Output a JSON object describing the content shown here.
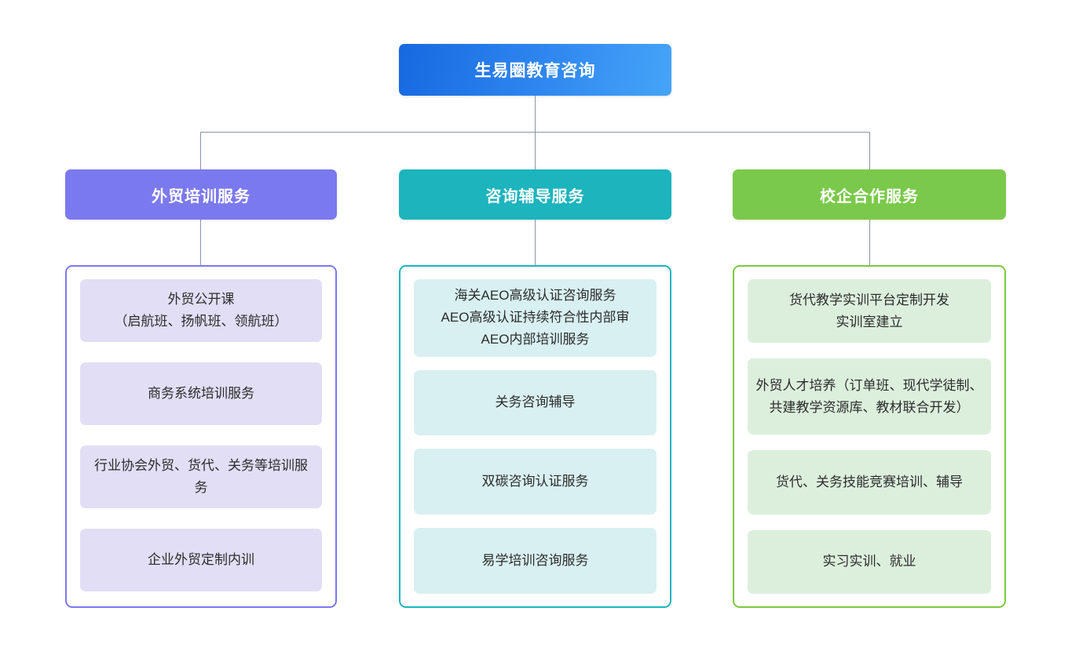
{
  "chart_data": {
    "type": "diagram",
    "diagram_kind": "organizational-tree",
    "title": "生易圈教育咨询",
    "levels": 3,
    "branch_count": 3
  },
  "root": {
    "label": "生易圈教育咨询",
    "color": "#2f86ef",
    "gradient_from": "#1769e0",
    "gradient_to": "#45a4f8"
  },
  "branches": [
    {
      "id": "training",
      "header": "外贸培训服务",
      "accent": "#7b79ee",
      "leaf_fill": "#e2def5",
      "items": [
        "外贸公开课\n（启航班、扬帆班、领航班）",
        "商务系统培训服务",
        "行业协会外贸、货代、关务等培训服务",
        "企业外贸定制内训"
      ]
    },
    {
      "id": "consulting",
      "header": "咨询辅导服务",
      "accent": "#1cb4bd",
      "leaf_fill": "#d9f0f2",
      "items": [
        "海关AEO高级认证咨询服务\nAEO高级认证持续符合性内部审\nAEO内部培训服务",
        "关务咨询辅导",
        "双碳咨询认证服务",
        "易学培训咨询服务"
      ]
    },
    {
      "id": "school-enterprise",
      "header": "校企合作服务",
      "accent": "#7ac94a",
      "leaf_fill": "#dcefdd",
      "items": [
        "货代教学实训平台定制开发\n实训室建立",
        "外贸人才培养（订单班、现代学徒制、共建教学资源库、教材联合开发）",
        "货代、关务技能竞赛培训、辅导",
        "实习实训、就业"
      ]
    }
  ],
  "connectors": {
    "line_color": "#8a94a6"
  }
}
